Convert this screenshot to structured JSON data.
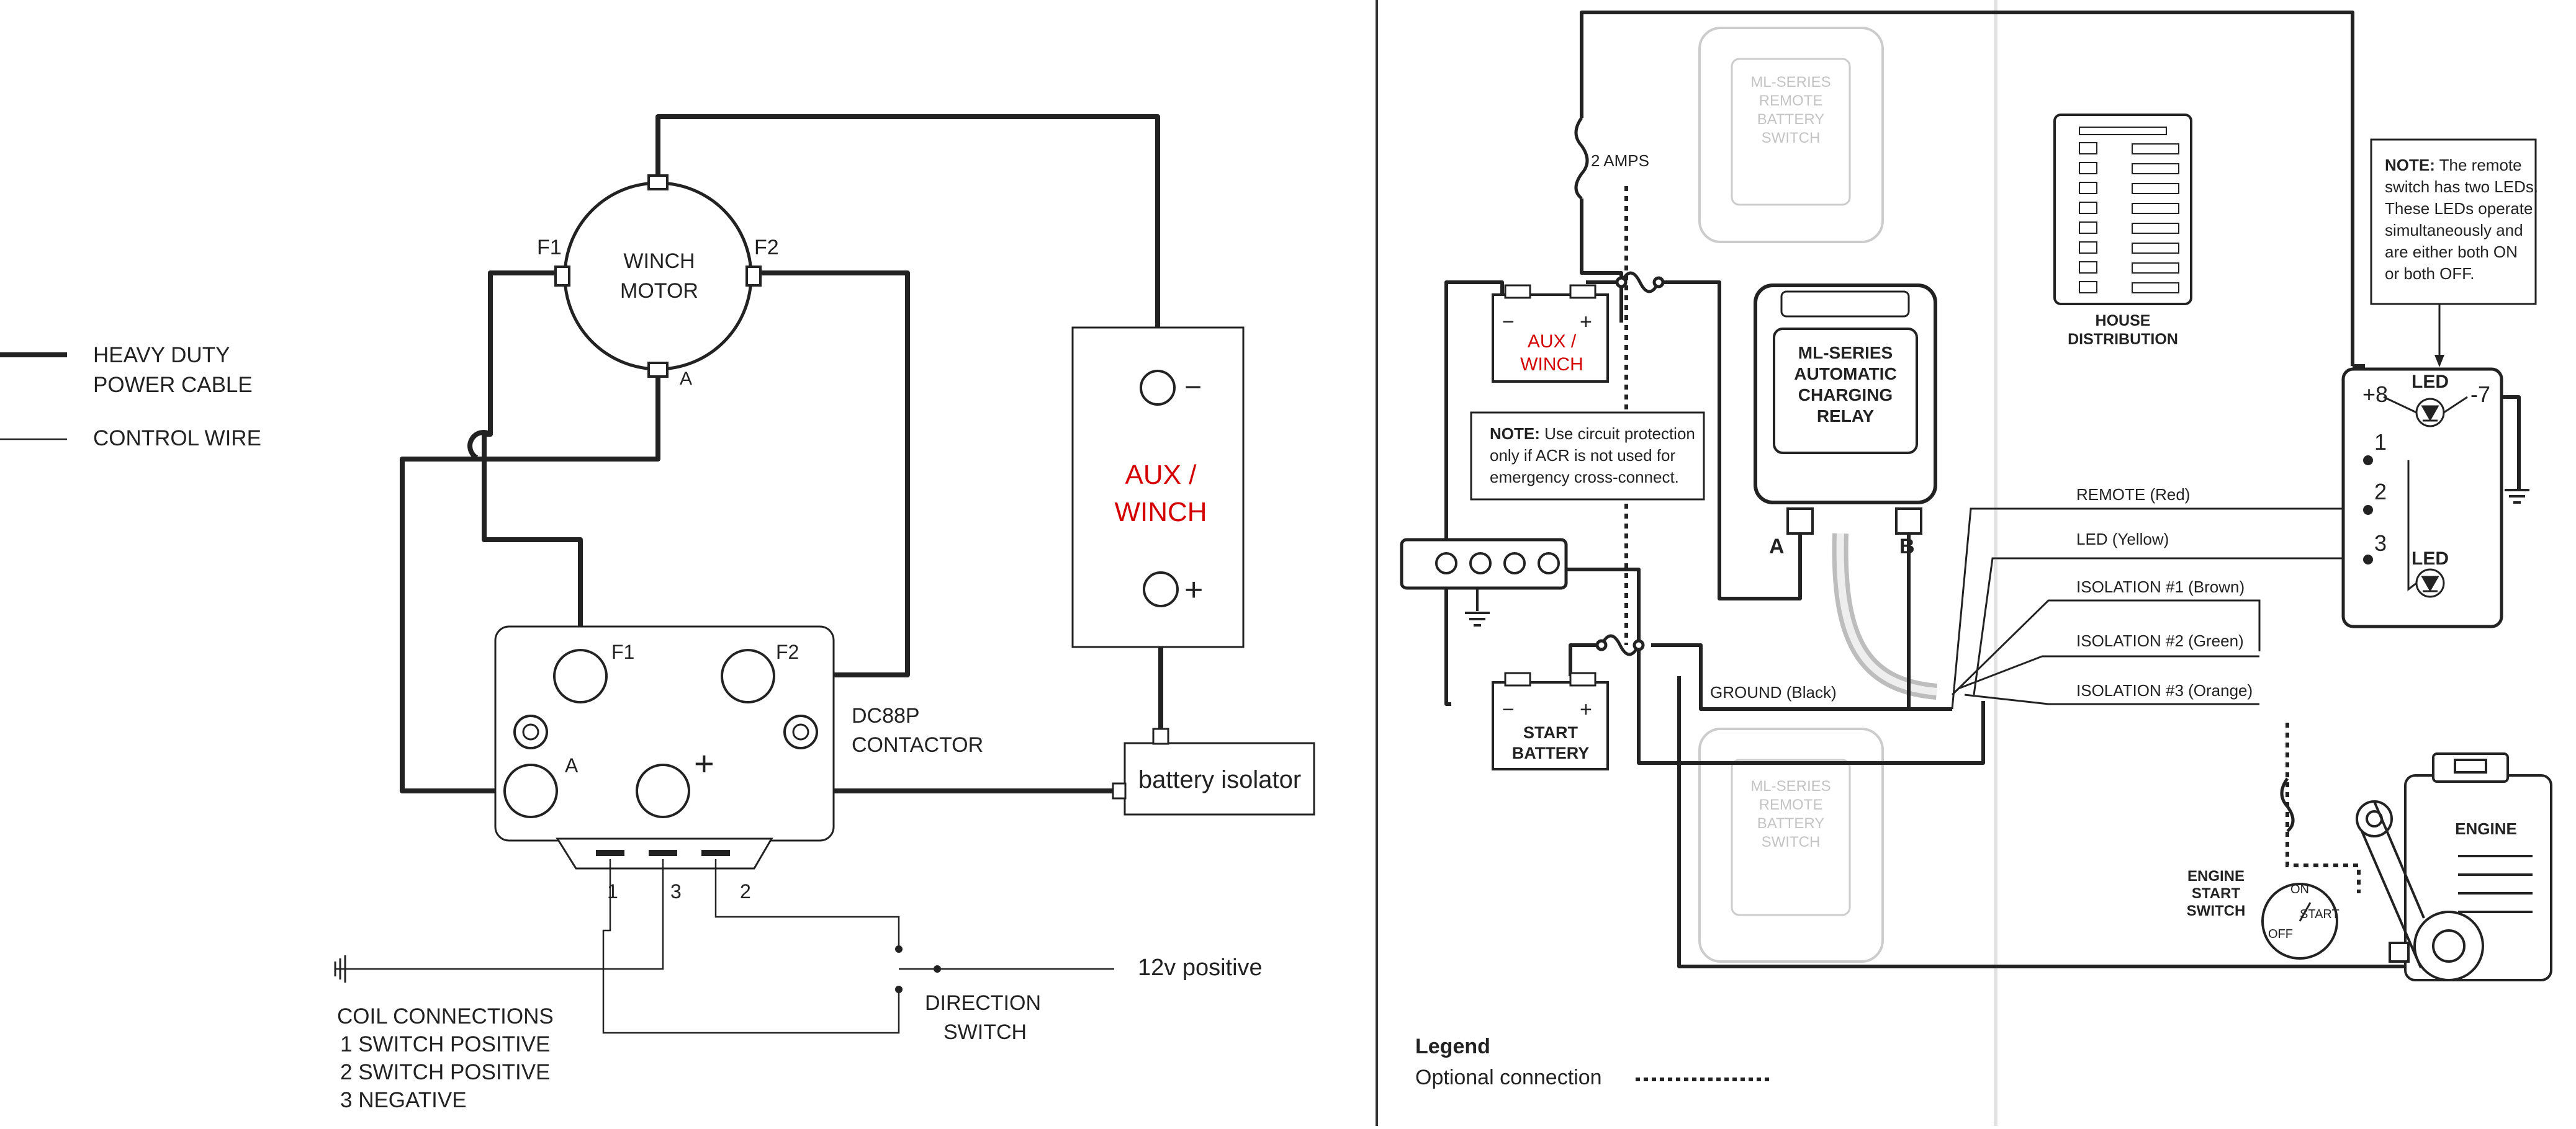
{
  "colors": {
    "red_label": "#d40000",
    "ink": "#222222",
    "paper": "#ffffff",
    "ghost": "#9a9a9a"
  },
  "left": {
    "legend": {
      "heavy": [
        "HEAVY DUTY",
        "POWER CABLE"
      ],
      "control": "CONTROL WIRE"
    },
    "motor": {
      "line1": "WINCH",
      "line2": "MOTOR",
      "f1": "F1",
      "f2": "F2",
      "a": "A"
    },
    "battery": {
      "line1": "AUX /",
      "line2": "WINCH",
      "minus": "−",
      "plus": "+"
    },
    "contactor": {
      "name": [
        "DC88P",
        "CONTACTOR"
      ],
      "f1": "F1",
      "f2": "F2",
      "a": "A",
      "plus": "+",
      "pins": [
        "1",
        "3",
        "2"
      ]
    },
    "isolator": "battery isolator",
    "positive": "12v positive",
    "switch": [
      "DIRECTION",
      "SWITCH"
    ],
    "coil": [
      "COIL CONNECTIONS",
      "1  SWITCH POSITIVE",
      "2  SWITCH POSITIVE",
      "3  NEGATIVE"
    ]
  },
  "right": {
    "remote_switch": [
      "ML-SERIES",
      "REMOTE",
      "BATTERY",
      "SWITCH"
    ],
    "fuse": "2 AMPS",
    "aux": {
      "line1": "AUX /",
      "line2": "WINCH",
      "minus": "−",
      "plus": "+"
    },
    "relay": [
      "ML-SERIES",
      "AUTOMATIC",
      "CHARGING",
      "RELAY"
    ],
    "relay_a": "A",
    "relay_b": "B",
    "note_cp": {
      "bold": "NOTE:",
      "rest": " Use circuit protection",
      "line2": "only if ACR is not used for",
      "line3": "emergency cross-connect."
    },
    "house": [
      "HOUSE",
      "DISTRIBUTION"
    ],
    "note_led": {
      "bold": "NOTE:",
      "rest": " The remote",
      "lines": [
        "switch has two LEDs.",
        "These LEDs operate",
        "simultaneously and",
        "are either both ON",
        "or both OFF."
      ]
    },
    "terminal": {
      "p8": "+8",
      "led": "LED",
      "m7": "-7",
      "t1": "1",
      "t2": "2",
      "t3": "3",
      "led2": "LED"
    },
    "wires": [
      "REMOTE (Red)",
      "LED (Yellow)",
      "ISOLATION #1 (Brown)",
      "ISOLATION #2 (Green)",
      "ISOLATION #3 (Orange)",
      "GROUND (Black)"
    ],
    "start_battery": {
      "line1": "START",
      "line2": "BATTERY",
      "minus": "−",
      "plus": "+"
    },
    "engine": "ENGINE",
    "engine_switch": {
      "label": [
        "ENGINE",
        "START",
        "SWITCH"
      ],
      "on": "ON",
      "start": "START",
      "off": "OFF"
    },
    "legend": {
      "title": "Legend",
      "item": "Optional connection"
    }
  }
}
